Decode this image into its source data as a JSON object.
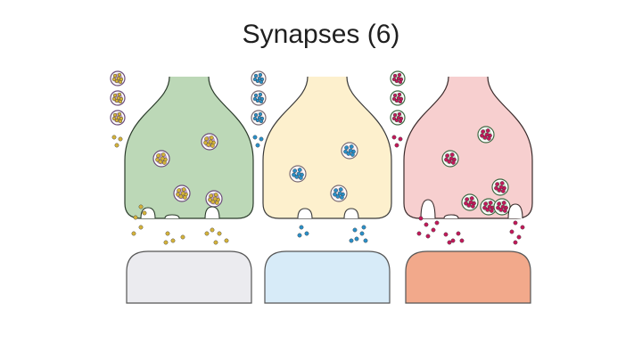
{
  "slide": {
    "title": "Synapses (6)"
  },
  "synapses": [
    {
      "id": "left",
      "terminal_color": "#bcd8b7",
      "membrane_color": "#2b3b2b",
      "vesicle_color": "#c7a6cf",
      "vesicle_ring": "#6a4c7a",
      "molecule_color": "#d4b23a",
      "receiver_color": "#ebebef",
      "legend_vesicles": 3,
      "terminal_vesicles": 4,
      "released_vesicles": 3
    },
    {
      "id": "middle",
      "terminal_color": "#fdf0cd",
      "membrane_color": "#3a3a3a",
      "vesicle_color": "#f3e6ee",
      "vesicle_ring": "#7a6a72",
      "molecule_color": "#2a8fc8",
      "receiver_color": "#d7ebf8",
      "legend_vesicles": 3,
      "terminal_vesicles": 3,
      "released_vesicles": 2
    },
    {
      "id": "right",
      "terminal_color": "#f7cfcf",
      "membrane_color": "#3a2b2b",
      "vesicle_color": "#cfe6cf",
      "vesicle_ring": "#3f6a44",
      "molecule_color": "#c2195a",
      "receiver_color": "#f2a98b",
      "legend_vesicles": 3,
      "terminal_vesicles": 6,
      "released_vesicles": 3
    }
  ]
}
